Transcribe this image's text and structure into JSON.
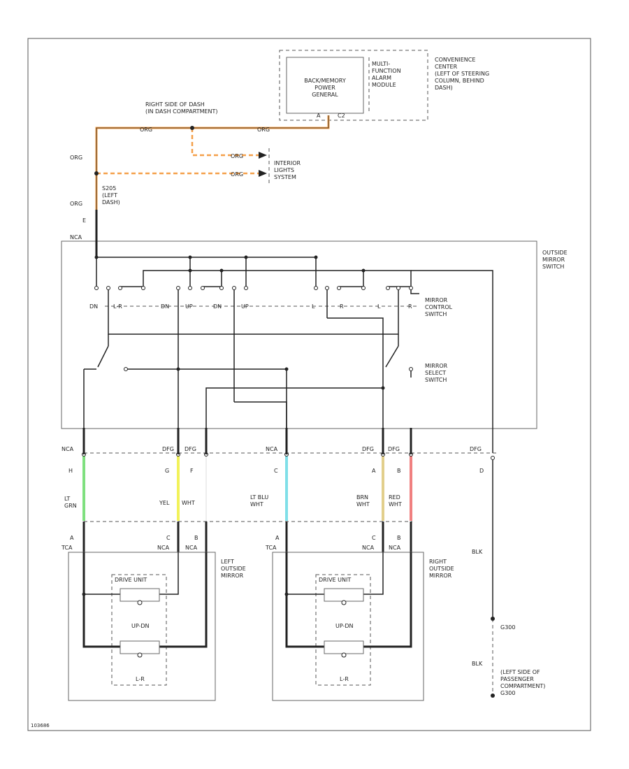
{
  "colors": {
    "org": "#f5a04a",
    "lt_grn": "#7fe07f",
    "yel": "#f2f25a",
    "lt_blu": "#7fdfe8",
    "brn": "#e2cf8c",
    "red": "#f08080"
  },
  "labels": {
    "bcm_main": "BACK/MEMORY\nPOWER\nGENERAL",
    "bcm_pin_a": "A",
    "bcm_pin_c2": "C2",
    "multi_module": "MULTI-\nFUNCTION\nALARM\nMODULE",
    "conv_center": "CONVENIENCE\nCENTER\n(LEFT OF STEERING\nCOLUMN, BEHIND\nDASH)",
    "dash_location": "RIGHT SIDE OF DASH\n(IN DASH COMPARTMENT)",
    "org_1": "ORG",
    "org_2": "ORG",
    "org_3": "ORG",
    "org_4": "ORG",
    "org_5": "ORG",
    "org_6": "ORG",
    "interior_lights": "INTERIOR\nLIGHTS\nSYSTEM",
    "s205_location": "S205\n(LEFT\nDASH)",
    "pin_e": "E",
    "nca_top": "NCA",
    "outside_mirror_switch": "OUTSIDE\nMIRROR\nSWITCH",
    "mirror_control_switch": "MIRROR\nCONTROL\nSWITCH",
    "mirror_select_switch": "MIRROR\nSELECT\nSWITCH",
    "sw_dn": "DN",
    "sw_lr": "L-R",
    "sw_dn2": "DN",
    "sw_up": "UP",
    "sw_dn3": "DN",
    "sw_up2": "UP",
    "sw_l": "L",
    "sw_r1": "R",
    "sw_l2": "L",
    "sw_r2": "R",
    "conn_nca1": "NCA",
    "conn_dfg1": "DFG",
    "conn_dfg2": "DFG",
    "conn_nca2": "NCA",
    "conn_dfg3": "DFG",
    "conn_dfg4": "DFG",
    "conn_dfg5": "DFG",
    "pin_h": "H",
    "pin_g": "G",
    "pin_f": "F",
    "pin_c1": "C",
    "pin_a1": "A",
    "pin_b1": "B",
    "pin_d": "D",
    "wire_lt_grn": "LT\nGRN",
    "wire_yel": "YEL",
    "wire_wht": "WHT",
    "wire_lt_blu": "LT BLU\nWHT",
    "wire_brn": "BRN\nWHT",
    "wire_red": "RED\nWHT",
    "lm_a": "A",
    "lm_c": "C",
    "lm_b": "B",
    "lm_nca_a": "TCA",
    "lm_nca_c": "NCA",
    "lm_nca_b": "NCA",
    "rm_a": "A",
    "rm_c": "C",
    "rm_b": "B",
    "rm_nca_a": "TCA",
    "rm_nca_c": "NCA",
    "rm_nca_b": "NCA",
    "left_mirror": "LEFT\nOUTSIDE\nMIRROR",
    "right_mirror": "RIGHT\nOUTSIDE\nMIRROR",
    "drive_unit_l": "DRIVE UNIT",
    "drive_unit_r": "DRIVE UNIT",
    "up_dn_l": "UP-DN",
    "up_dn_r": "UP-DN",
    "lr_l": "L-R",
    "lr_r": "L-R",
    "blk_1": "BLK",
    "blk_2": "BLK",
    "g300": "G300",
    "g300_location": "(LEFT SIDE OF\nPASSENGER\nCOMPARTMENT)\nG300",
    "footer_code": "103686"
  }
}
